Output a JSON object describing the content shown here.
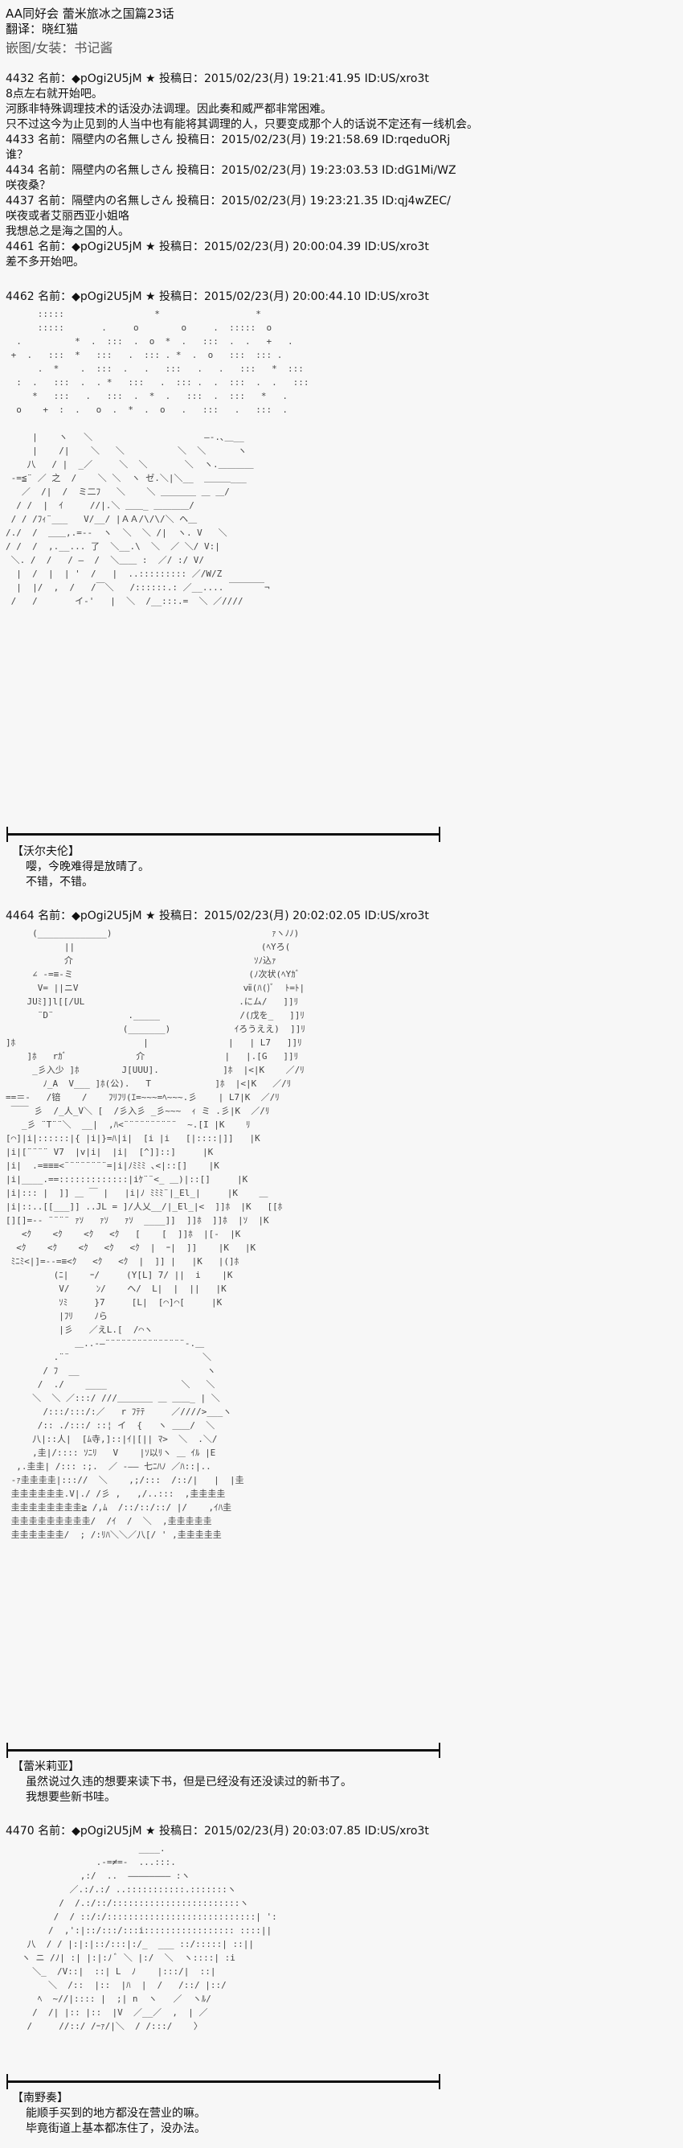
{
  "header": {
    "title": "AA同好会 蕾米旅冰之国篇23话",
    "translator": "翻译：晓红猫",
    "credits": "嵌图/女装：书记酱"
  },
  "posts_top": [
    {
      "header": "4432 名前：◆pOgi2U5jM ★ 投稿日：2015/02/23(月) 19:21:41.95 ID:US/xro3t",
      "lines": [
        "8点左右就开始吧。",
        "河豚非特殊调理技术的话没办法调理。因此奏和威严都非常困难。",
        "只不过这今为止见到的人当中也有能将其调理的人，只要变成那个人的话说不定还有一线机会。"
      ]
    },
    {
      "header": "4433 名前：隔壁内の名無しさん 投稿日：2015/02/23(月) 19:21:58.69 ID:rqeduORj",
      "lines": [
        "谁？"
      ]
    },
    {
      "header": "4434 名前：隔壁内の名無しさん 投稿日：2015/02/23(月) 19:23:03.53 ID:dG1Mi/WZ",
      "lines": [
        "咲夜桑？"
      ]
    },
    {
      "header": "4437 名前：隔壁内の名無しさん 投稿日：2015/02/23(月) 19:23:21.35 ID:qj4wZEC/",
      "lines": [
        "咲夜或者艾丽西亚小姐咯",
        "我想总之是海之国的人。"
      ]
    },
    {
      "header": "4461 名前：◆pOgi2U5jM ★ 投稿日：2015/02/23(月) 20:00:04.39 ID:US/xro3t",
      "lines": [
        "差不多开始吧。"
      ]
    }
  ],
  "post_4462": {
    "header": "4462 名前：◆pOgi2U5jM ★ 投稿日：2015/02/23(月) 20:00:44.10 ID:US/xro3t",
    "speaker": "【沃尔夫伦】",
    "lines": [
      "嘤，今晚难得是放晴了。",
      "不错，不错。"
    ]
  },
  "post_4464": {
    "header": "4464 名前：◆pOgi2U5jM ★ 投稿日：2015/02/23(月) 20:02:02.05 ID:US/xro3t",
    "speaker": "【蕾米莉亚】",
    "lines": [
      "虽然说过久违的想要来读下书，但是已经没有还没读过的新书了。",
      "我想要些新书哇。"
    ]
  },
  "post_4470": {
    "header": "4470 名前：◆pOgi2U5jM ★ 投稿日：2015/02/23(月) 20:03:07.85 ID:US/xro3t",
    "speaker": "【南野奏】",
    "lines": [
      "能顺手买到的地方都没在营业的嘛。",
      "毕竟街道上基本都冻住了，没办法。"
    ]
  }
}
